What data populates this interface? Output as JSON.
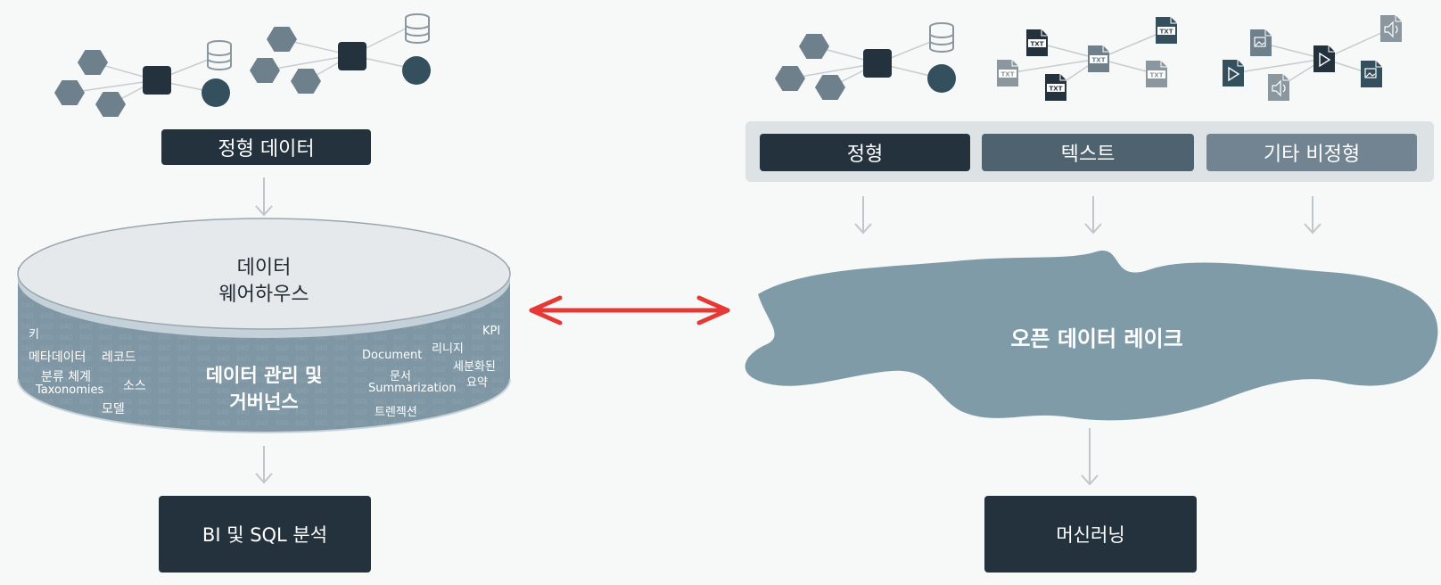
{
  "left": {
    "structured_label": "정형 데이터",
    "warehouse_title": [
      "데이터",
      "웨어하우스"
    ],
    "governance_title": [
      "데이터 관리 및",
      "거버넌스"
    ],
    "cylinder_terms": [
      "키",
      "메타데이터",
      "레코드",
      "분류 체계",
      "Taxonomies",
      "소스",
      "모델",
      "Document",
      "리니지",
      "KPI",
      "세분화된",
      "문서",
      "Summarization",
      "요약",
      "트렌젝션"
    ],
    "output_label": "BI 및 SQL 분석"
  },
  "right": {
    "categories": [
      "정형",
      "텍스트",
      "기타 비정형"
    ],
    "file_tag": "TXT",
    "lake_label": "오픈 데이터 레이크",
    "output_label": "머신러닝"
  },
  "colors": {
    "dark": "#24323d",
    "hexagon": "#6e808c",
    "lake": "#7f9ba8",
    "arrow": "#e53935",
    "connector": "#c0c7cb"
  },
  "icons": [
    "database-icon",
    "hexagon-icon",
    "square-node-icon",
    "circle-node-icon",
    "text-file-icon",
    "image-file-icon",
    "video-file-icon",
    "audio-file-icon"
  ]
}
